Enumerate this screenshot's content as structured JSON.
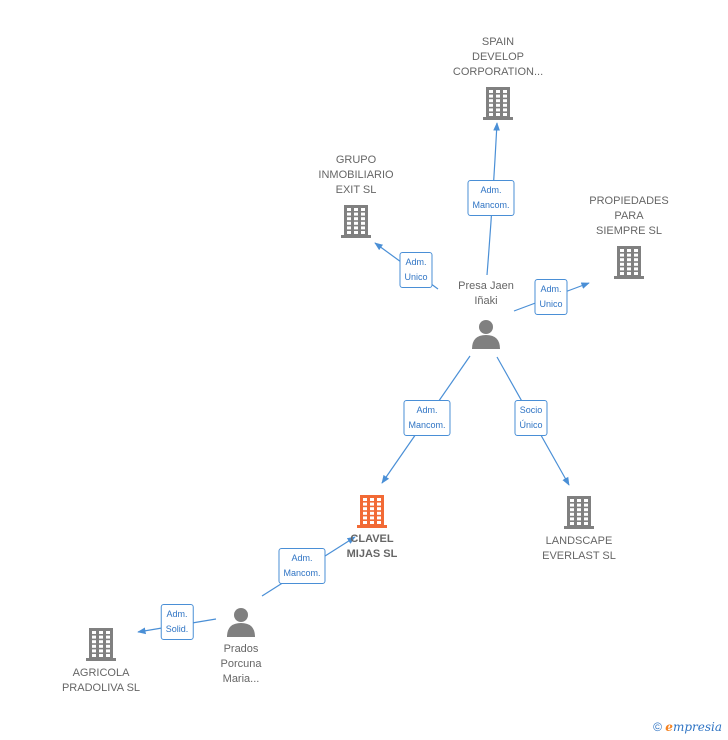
{
  "colors": {
    "edge": "#4a8fd6",
    "node_default": "#808080",
    "node_focus": "#f26a35"
  },
  "nodes": [
    {
      "id": "spain",
      "type": "company",
      "label": "SPAIN\nDEVELOP\nCORPORATION...",
      "focus": false
    },
    {
      "id": "grupo",
      "type": "company",
      "label": "GRUPO\nINMOBILIARIO\nEXIT SL",
      "focus": false
    },
    {
      "id": "propiedades",
      "type": "company",
      "label": "PROPIEDADES\nPARA\nSIEMPRE SL",
      "focus": false
    },
    {
      "id": "presa",
      "type": "person",
      "label": "Presa Jaen\nIñaki",
      "focus": false
    },
    {
      "id": "clavel",
      "type": "company",
      "label": "CLAVEL\nMIJAS SL",
      "focus": true
    },
    {
      "id": "landscape",
      "type": "company",
      "label": "LANDSCAPE\nEVERLAST SL",
      "focus": false
    },
    {
      "id": "prados",
      "type": "person",
      "label": "Prados\nPorcuna\nMaria...",
      "focus": false
    },
    {
      "id": "agricola",
      "type": "company",
      "label": "AGRICOLA\nPRADOLIVA SL",
      "focus": false
    }
  ],
  "edges": [
    {
      "from": "presa",
      "to": "spain",
      "label": "Adm.\nMancom."
    },
    {
      "from": "presa",
      "to": "grupo",
      "label": "Adm.\nUnico"
    },
    {
      "from": "presa",
      "to": "propiedades",
      "label": "Adm.\nUnico"
    },
    {
      "from": "presa",
      "to": "clavel",
      "label": "Adm.\nMancom."
    },
    {
      "from": "presa",
      "to": "landscape",
      "label": "Socio\nÚnico"
    },
    {
      "from": "prados",
      "to": "clavel",
      "label": "Adm.\nMancom."
    },
    {
      "from": "prados",
      "to": "agricola",
      "label": "Adm.\nSolid."
    }
  ],
  "footer": {
    "copyright_symbol": "©",
    "brand_first": "e",
    "brand_rest": "mpresia"
  }
}
